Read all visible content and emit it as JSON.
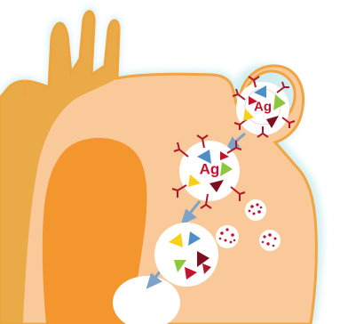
{
  "diagram": {
    "antigen_label": "Ag",
    "colors": {
      "cell_body": "#f9c99a",
      "cell_edge": "#f0a542",
      "cell_glow": "#d6f0f1",
      "nucleus": "#f2962d",
      "side_shade": "#e9a43a",
      "label": "#c8102e",
      "antibody": "#b0182a",
      "arrow": "#7da3c9",
      "vesicle": "#ffffff"
    },
    "icons": [
      "antigen-complex",
      "endocytic-vesicle",
      "antibody",
      "arrow",
      "fragment"
    ]
  }
}
